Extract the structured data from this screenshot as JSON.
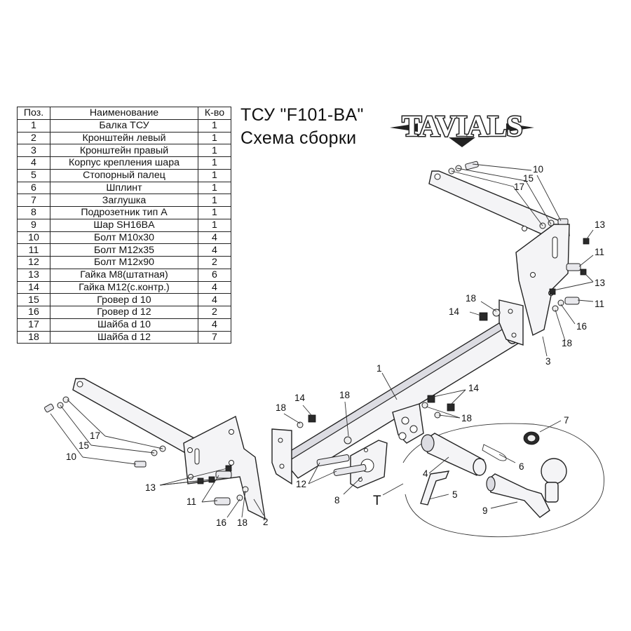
{
  "title": {
    "line1": "ТСУ  \"F101-BA\"",
    "line2": "Схема сборки"
  },
  "logo": {
    "text": "TAVIALS"
  },
  "table": {
    "headers": [
      "Поз.",
      "Наименование",
      "К-во"
    ],
    "rows": [
      [
        "1",
        "Балка ТСУ",
        "1"
      ],
      [
        "2",
        "Кронштейн левый",
        "1"
      ],
      [
        "3",
        "Кронштейн правый",
        "1"
      ],
      [
        "4",
        "Корпус крепления шара",
        "1"
      ],
      [
        "5",
        "Стопорный палец",
        "1"
      ],
      [
        "6",
        "Шплинт",
        "1"
      ],
      [
        "7",
        "Заглушка",
        "1"
      ],
      [
        "8",
        "Подрозетник тип А",
        "1"
      ],
      [
        "9",
        "Шар SH16BA",
        "1"
      ],
      [
        "10",
        "Болт М10х30",
        "4"
      ],
      [
        "11",
        "Болт М12х35",
        "4"
      ],
      [
        "12",
        "Болт М12х90",
        "2"
      ],
      [
        "13",
        "Гайка  М8(штатная)",
        "6"
      ],
      [
        "14",
        "Гайка М12(с.контр.)",
        "4"
      ],
      [
        "15",
        "Гровер d 10",
        "4"
      ],
      [
        "16",
        "Гровер d 12",
        "2"
      ],
      [
        "17",
        "Шайба d 10",
        "4"
      ],
      [
        "18",
        "Шайба d 12",
        "7"
      ]
    ]
  },
  "callouts": {
    "n1": "1",
    "n2": "2",
    "n3": "3",
    "n4": "4",
    "n5": "5",
    "n6": "6",
    "n7": "7",
    "n8": "8",
    "n9": "9",
    "n10": "10",
    "n11": "11",
    "n12": "12",
    "n13": "13",
    "n14": "14",
    "n15": "15",
    "n16": "16",
    "n17": "17",
    "n18": "18",
    "t": "T"
  }
}
